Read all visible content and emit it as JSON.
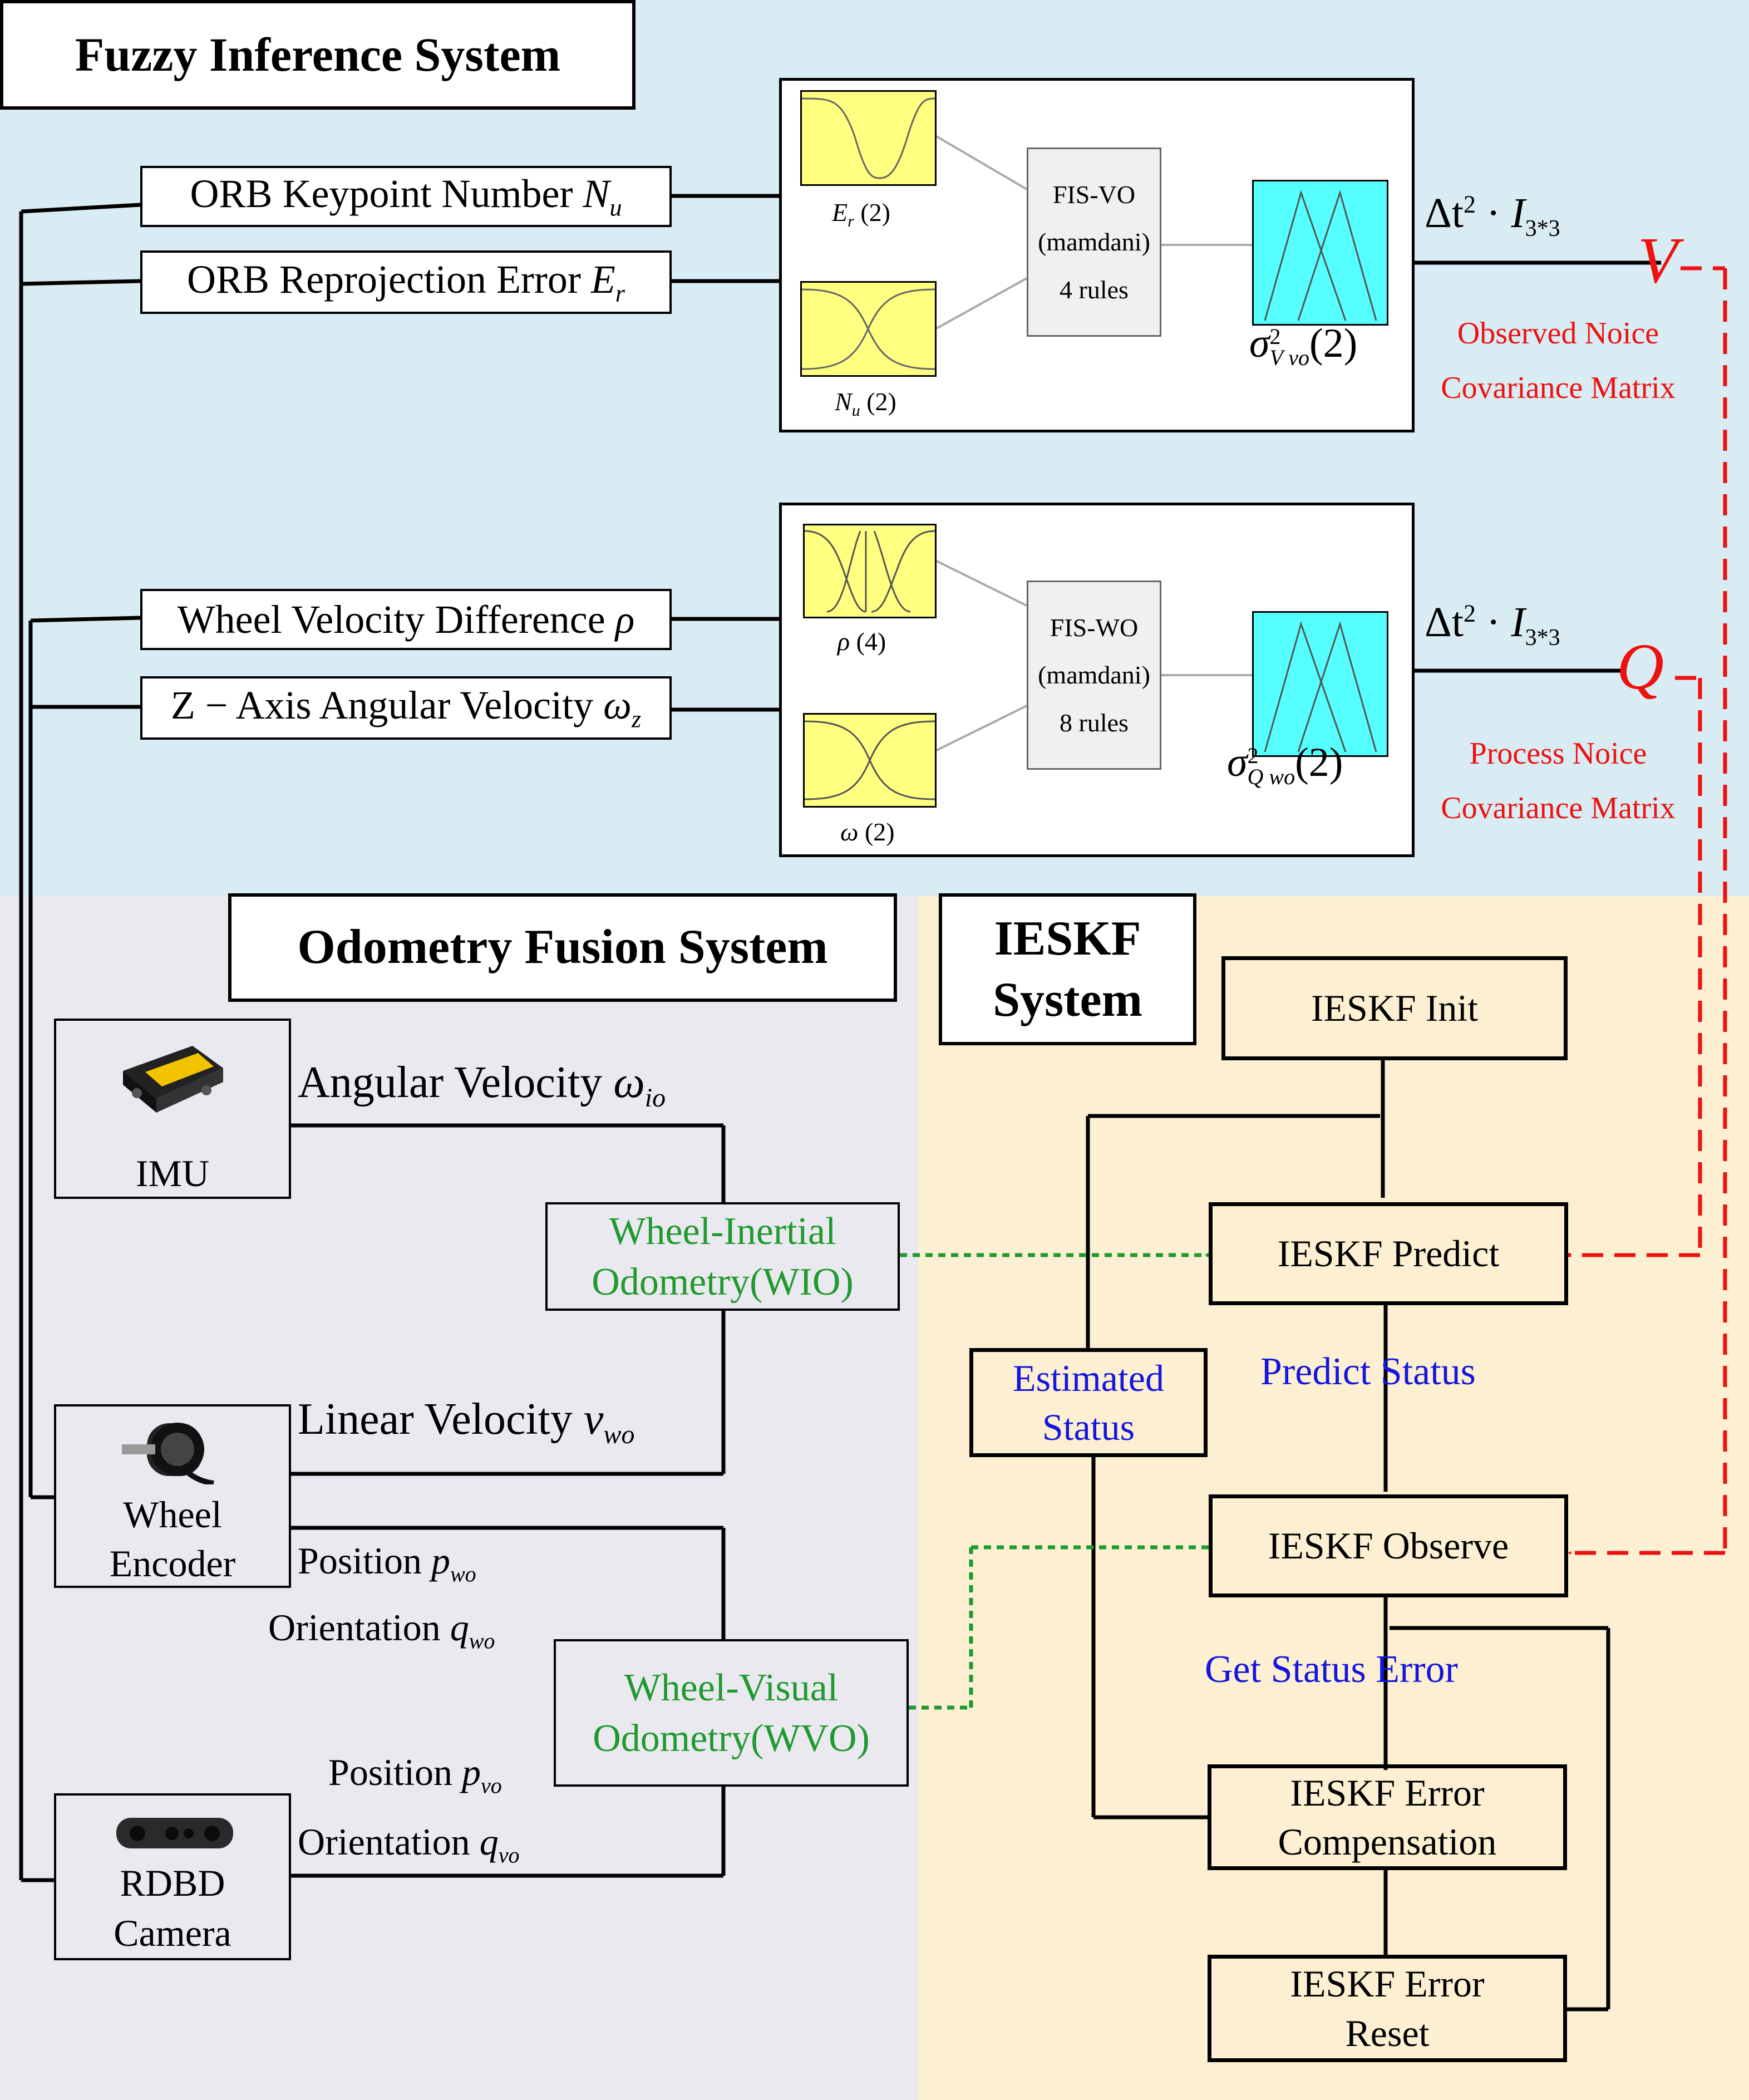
{
  "colors": {
    "fuzzy_bg": "#d9ecf3",
    "odometry_bg": "#ebe9f0",
    "ieskf_bg": "#fdf0d2",
    "input_mf": "#ffff80",
    "output_mf": "#55ffff",
    "accent_red": "#ee1111",
    "accent_green": "#1f9a2e",
    "accent_blue": "#1515dd"
  },
  "fuzzy": {
    "title": "Fuzzy Inference System",
    "inputs": {
      "orb_keypoint": {
        "text": "ORB Keypoint Number",
        "sym": "N",
        "sub": "u"
      },
      "orb_reproj": {
        "text": "ORB Reprojection Error",
        "sym": "E",
        "sub": "r"
      },
      "wheel_vel_diff": {
        "text": "Wheel Velocity Difference",
        "sym": "ρ"
      },
      "z_axis": {
        "text": "Z − Axis Angular Velocity",
        "sym": "ω",
        "sub": "z"
      }
    },
    "vo": {
      "in1": {
        "sym": "E",
        "sub": "r",
        "count": "(2)"
      },
      "in2": {
        "sym": "N",
        "sub": "u",
        "count": "(2)"
      },
      "name": "FIS-VO",
      "method": "(mamdani)",
      "rules": "4 rules",
      "out": {
        "sym": "σ",
        "sup": "2",
        "sub": "V vo",
        "count": "(2)"
      }
    },
    "wo": {
      "in1": {
        "sym": "ρ",
        "count": "(4)"
      },
      "in2": {
        "sym": "ω",
        "count": "(2)"
      },
      "name": "FIS-WO",
      "method": "(mamdani)",
      "rules": "8 rules",
      "out": {
        "sym": "σ",
        "sup": "2",
        "sub": "Q wo",
        "count": "(2)"
      }
    },
    "scale": {
      "delta": "Δt",
      "sup": "2",
      "dot": "·",
      "I": "I",
      "sub": "3*3"
    },
    "v_out": "V",
    "q_out": "Q",
    "observed_noise": [
      "Observed Noice",
      "Covariance Matrix"
    ],
    "process_noise": [
      "Process Noice",
      "Covariance Matrix"
    ]
  },
  "odometry": {
    "title": "Odometry Fusion System",
    "imu_label": "IMU",
    "wheel_label": [
      "Wheel",
      "Encoder"
    ],
    "camera_label": [
      "RDBD",
      "Camera"
    ],
    "angular_velocity": {
      "text": "Angular Velocity",
      "sym": "ω",
      "sub": "io"
    },
    "linear_velocity": {
      "text": "Linear Velocity",
      "sym": "v",
      "sub": "wo"
    },
    "pos_wo": {
      "text": "Position",
      "sym": "p",
      "sub": "wo"
    },
    "ori_wo": {
      "text": "Orientation",
      "sym": "q",
      "sub": "wo"
    },
    "pos_vo": {
      "text": "Position",
      "sym": "p",
      "sub": "vo"
    },
    "ori_vo": {
      "text": "Orientation",
      "sym": "q",
      "sub": "vo"
    },
    "wio": [
      "Wheel-Inertial",
      "Odometry(WIO)"
    ],
    "wvo": [
      "Wheel-Visual",
      "Odometry(WVO)"
    ]
  },
  "ieskf": {
    "title": [
      "IESKF",
      "System"
    ],
    "init": "IESKF Init",
    "predict": "IESKF Predict",
    "observe": "IESKF Observe",
    "compensation": [
      "IESKF Error",
      "Compensation"
    ],
    "reset": [
      "IESKF Error",
      "Reset"
    ],
    "estimated": [
      "Estimated",
      "Status"
    ],
    "predict_status": "Predict Status",
    "get_status_error": "Get Status Error"
  }
}
